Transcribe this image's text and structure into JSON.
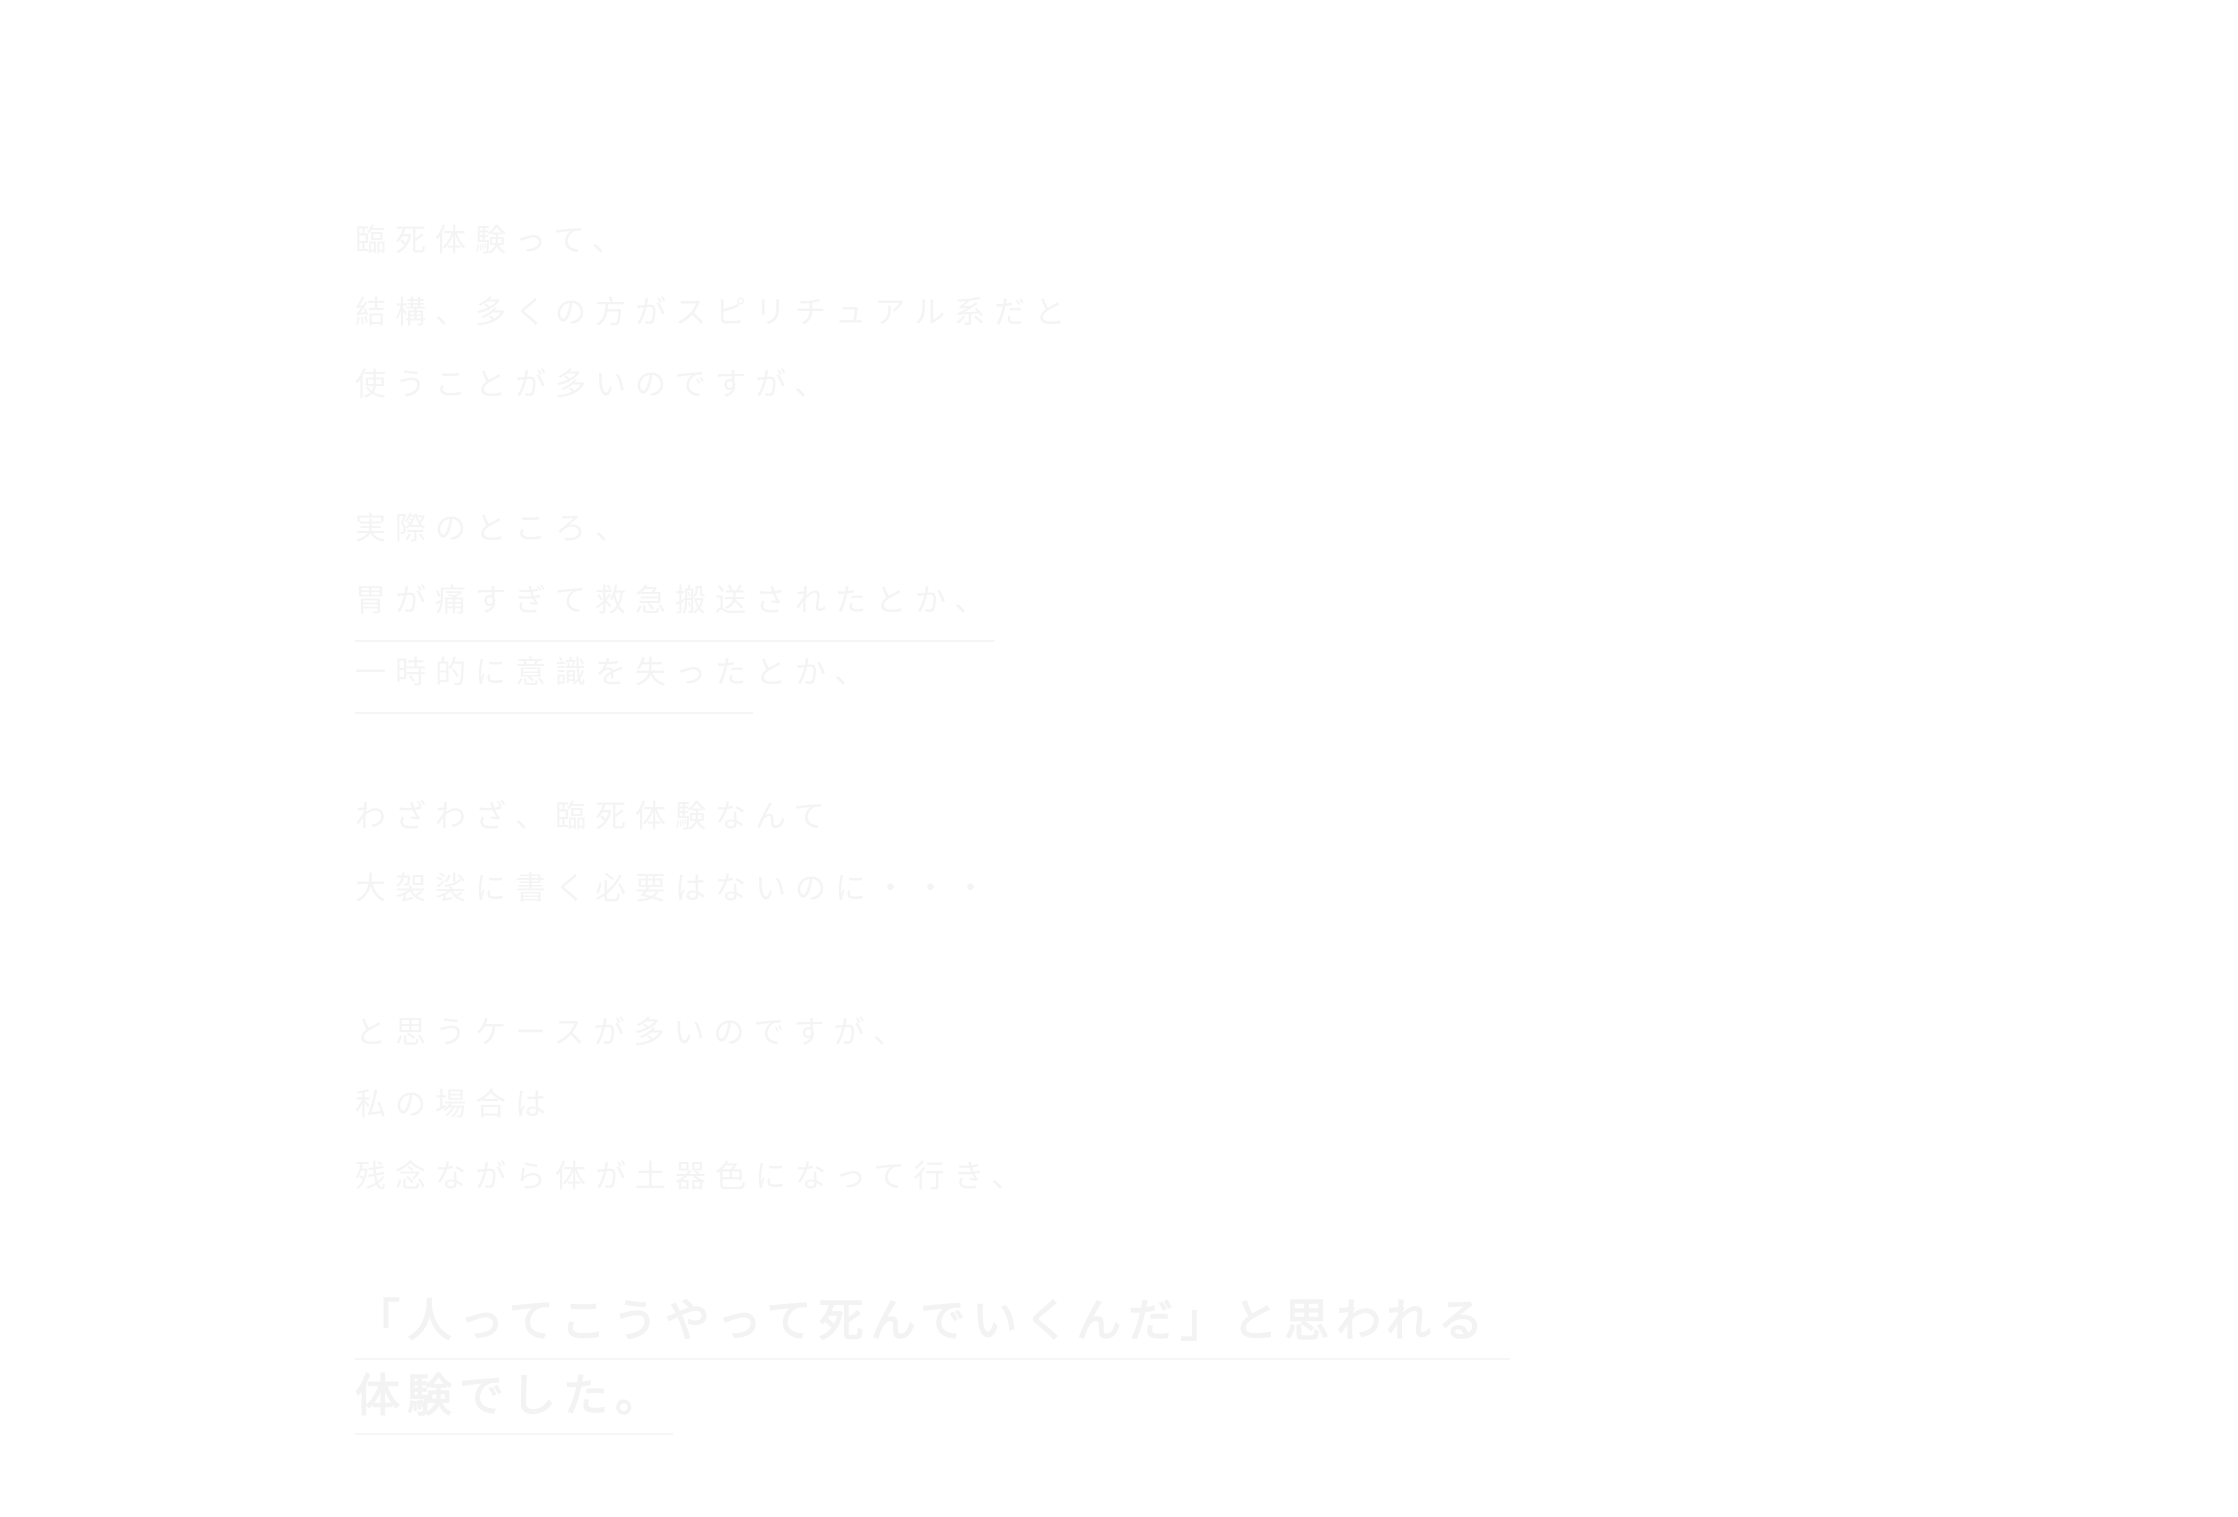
{
  "article": {
    "paragraphs": [
      {
        "lines": [
          "臨死体験って、",
          "結構、多くの方がスピリチュアル系だと",
          "使うことが多いのですが、"
        ]
      },
      {
        "lines": [
          "実際のところ、",
          "胃が痛すぎて救急搬送されたとか、",
          "一時的に意識を失ったとか、"
        ]
      },
      {
        "lines": [
          "わざわざ、臨死体験なんて",
          "大袈裟に書く必要はないのに・・・"
        ]
      },
      {
        "lines": [
          "と思うケースが多いのですが、",
          "私の場合は",
          "残念ながら体が土器色になって行き、"
        ]
      }
    ],
    "emphasis": {
      "lines": [
        "「人ってこうやって死んでいくんだ」と思われる",
        "体験でした。"
      ]
    }
  },
  "colors": {
    "text": "#f4f4f4",
    "underline": "#f5f5f5",
    "background": "#ffffff"
  }
}
